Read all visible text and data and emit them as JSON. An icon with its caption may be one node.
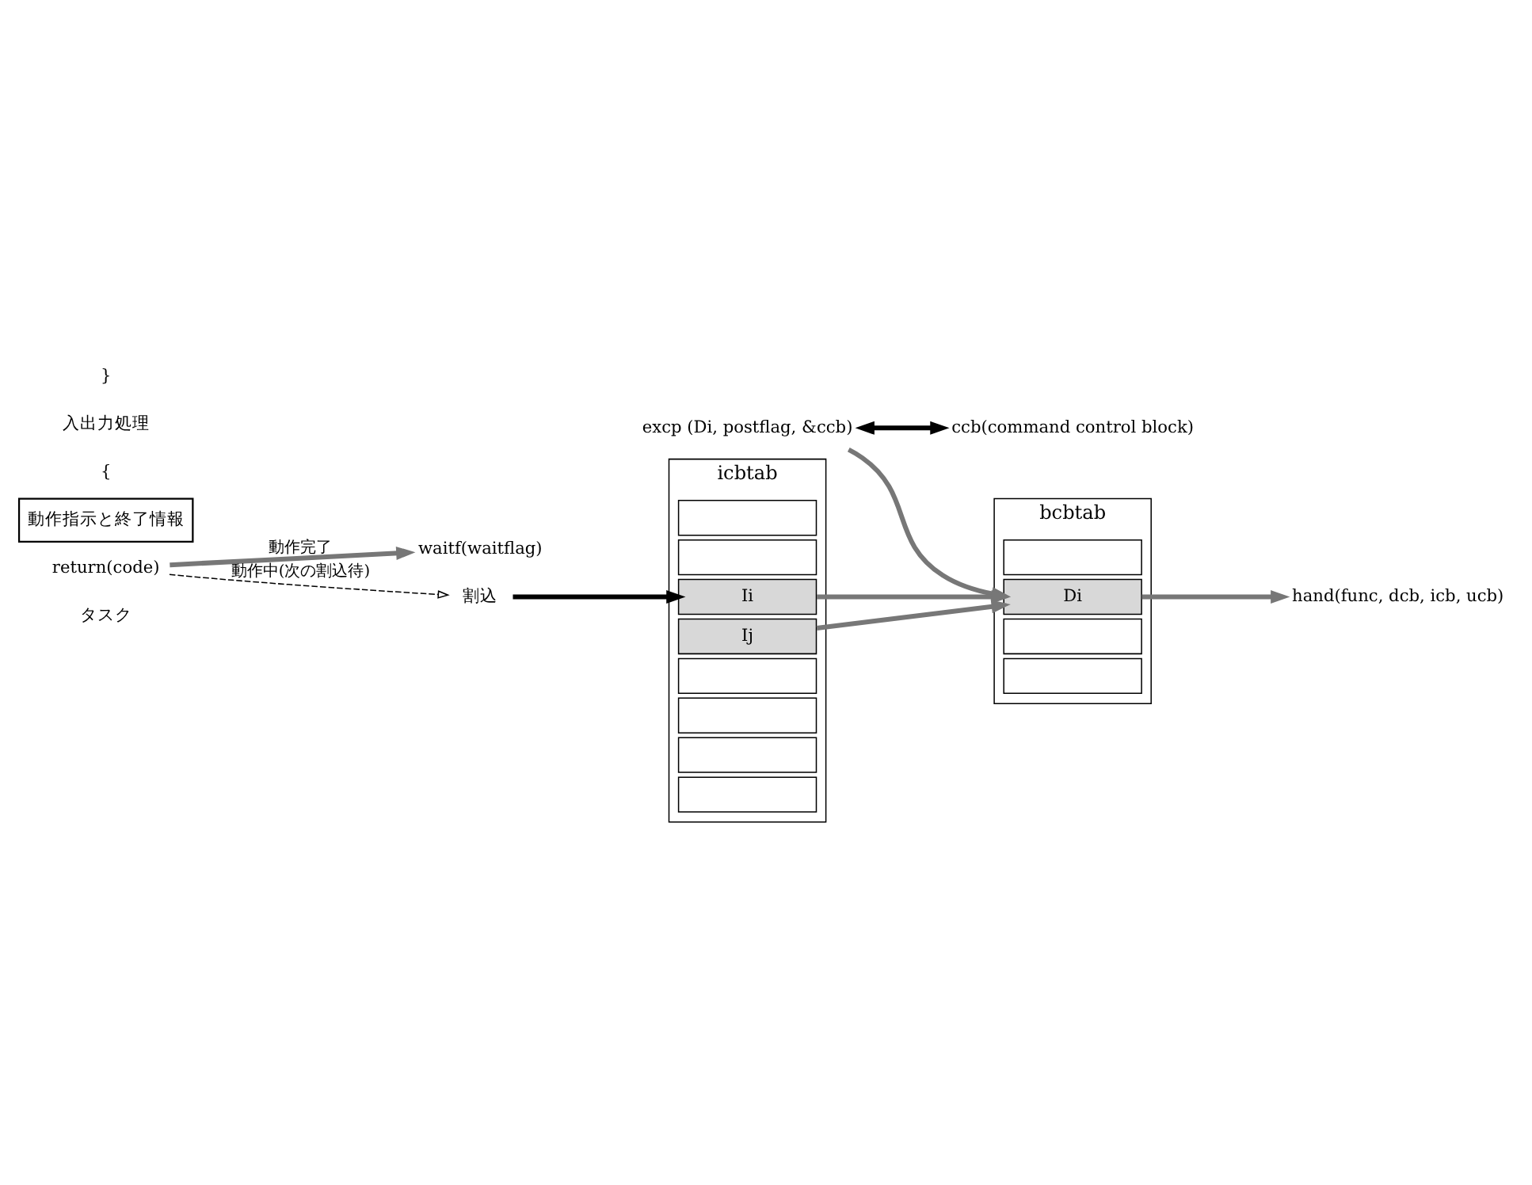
{
  "diagram": {
    "nodes": [
      {
        "text": [
          "タスク"
        ]
      },
      {
        "text": [
          "excp (Di, postflag, &ccb)"
        ]
      },
      {
        "text": [
          "waitf(waitflag)"
        ]
      },
      {
        "text": [
          "ccb(command control block)"
        ]
      },
      {
        "text": [
          "動作指示と終了情報"
        ]
      },
      {
        "text": [
          "bcbtab"
        ]
      },
      {
        "text": [],
        "shape": "box",
        "in": 5
      },
      {
        "text": [
          "Di"
        ],
        "in": 5
      },
      {
        "text": [],
        "shape": "box",
        "in": 5
      },
      {
        "text": [],
        "shape": "box",
        "in": 5
      },
      {
        "text": [
          "icbtab"
        ]
      },
      {
        "text": [],
        "shape": "box",
        "in": 10
      },
      {
        "text": [],
        "shape": "box",
        "in": 10
      },
      {
        "text": [
          "Ii"
        ],
        "in": 10
      },
      {
        "text": [
          "Ij"
        ],
        "in": 10
      },
      {
        "text": [],
        "shape": "box",
        "in": 10
      },
      {
        "text": [],
        "shape": "box",
        "in": 10
      },
      {
        "text": [],
        "shape": "box",
        "in": 10
      },
      {
        "text": [],
        "shape": "box",
        "in": 10
      },
      {
        "text": [
          "割込"
        ]
      },
      {
        "text": [
          "hand(func, dcb, icb, ucb)"
        ]
      },
      {
        "text": [
          "return(code)"
        ]
      }
    ],
    "edges": [
      {
        "from": 1,
        "to": 3,
        "arrow": "both",
        "color": "#000000"
      },
      {
        "from": 1,
        "to": 7,
        "arrow": "to"
      },
      {
        "from": 7,
        "to": 20,
        "arrow": "to"
      },
      {
        "from": 13,
        "to": 7,
        "arrow": "to"
      },
      {
        "from": 14,
        "to": 7,
        "arrow": "to"
      },
      {
        "from": 19,
        "to": 13,
        "arrow": "to",
        "color": "#000000"
      },
      {
        "from": 21,
        "to": 2,
        "arrow": "to",
        "label": "動作完了"
      },
      {
        "from": 21,
        "to": 19,
        "arrow": "to",
        "style": "dashed",
        "color": "#000000",
        "label": "動作中(次の割込待)"
      }
    ],
    "labels": [
      "{",
      "入出力処理",
      "}"
    ]
  }
}
